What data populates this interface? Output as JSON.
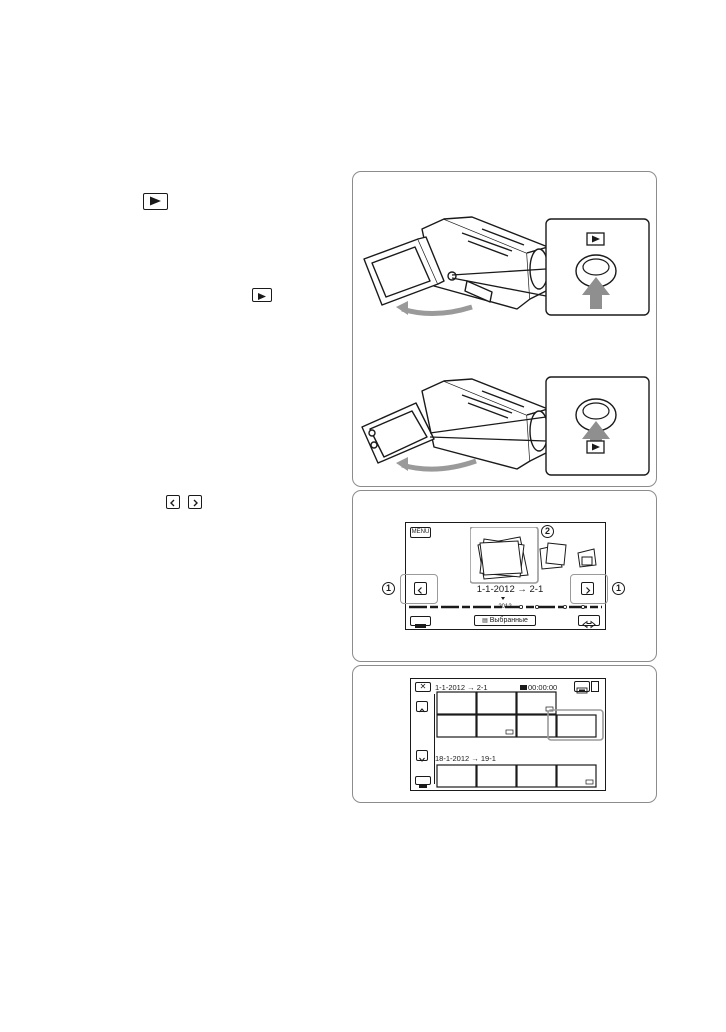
{
  "screen1": {
    "menu_label": "MENU",
    "date_range": "1-1-2012 → 2-1",
    "timeline_label": "2012",
    "favorites_label": "Выбранные",
    "callout_1": "1",
    "callout_2": "2"
  },
  "screen2": {
    "group1_date": "1-1-2012 → 2-1",
    "timecode": "00:00:00",
    "group2_date": "18-1-2012 → 19-1"
  },
  "colors": {
    "frame": "#8c8c8c",
    "ink": "#1a1a1a",
    "accent_gray": "#9a9a9a"
  }
}
